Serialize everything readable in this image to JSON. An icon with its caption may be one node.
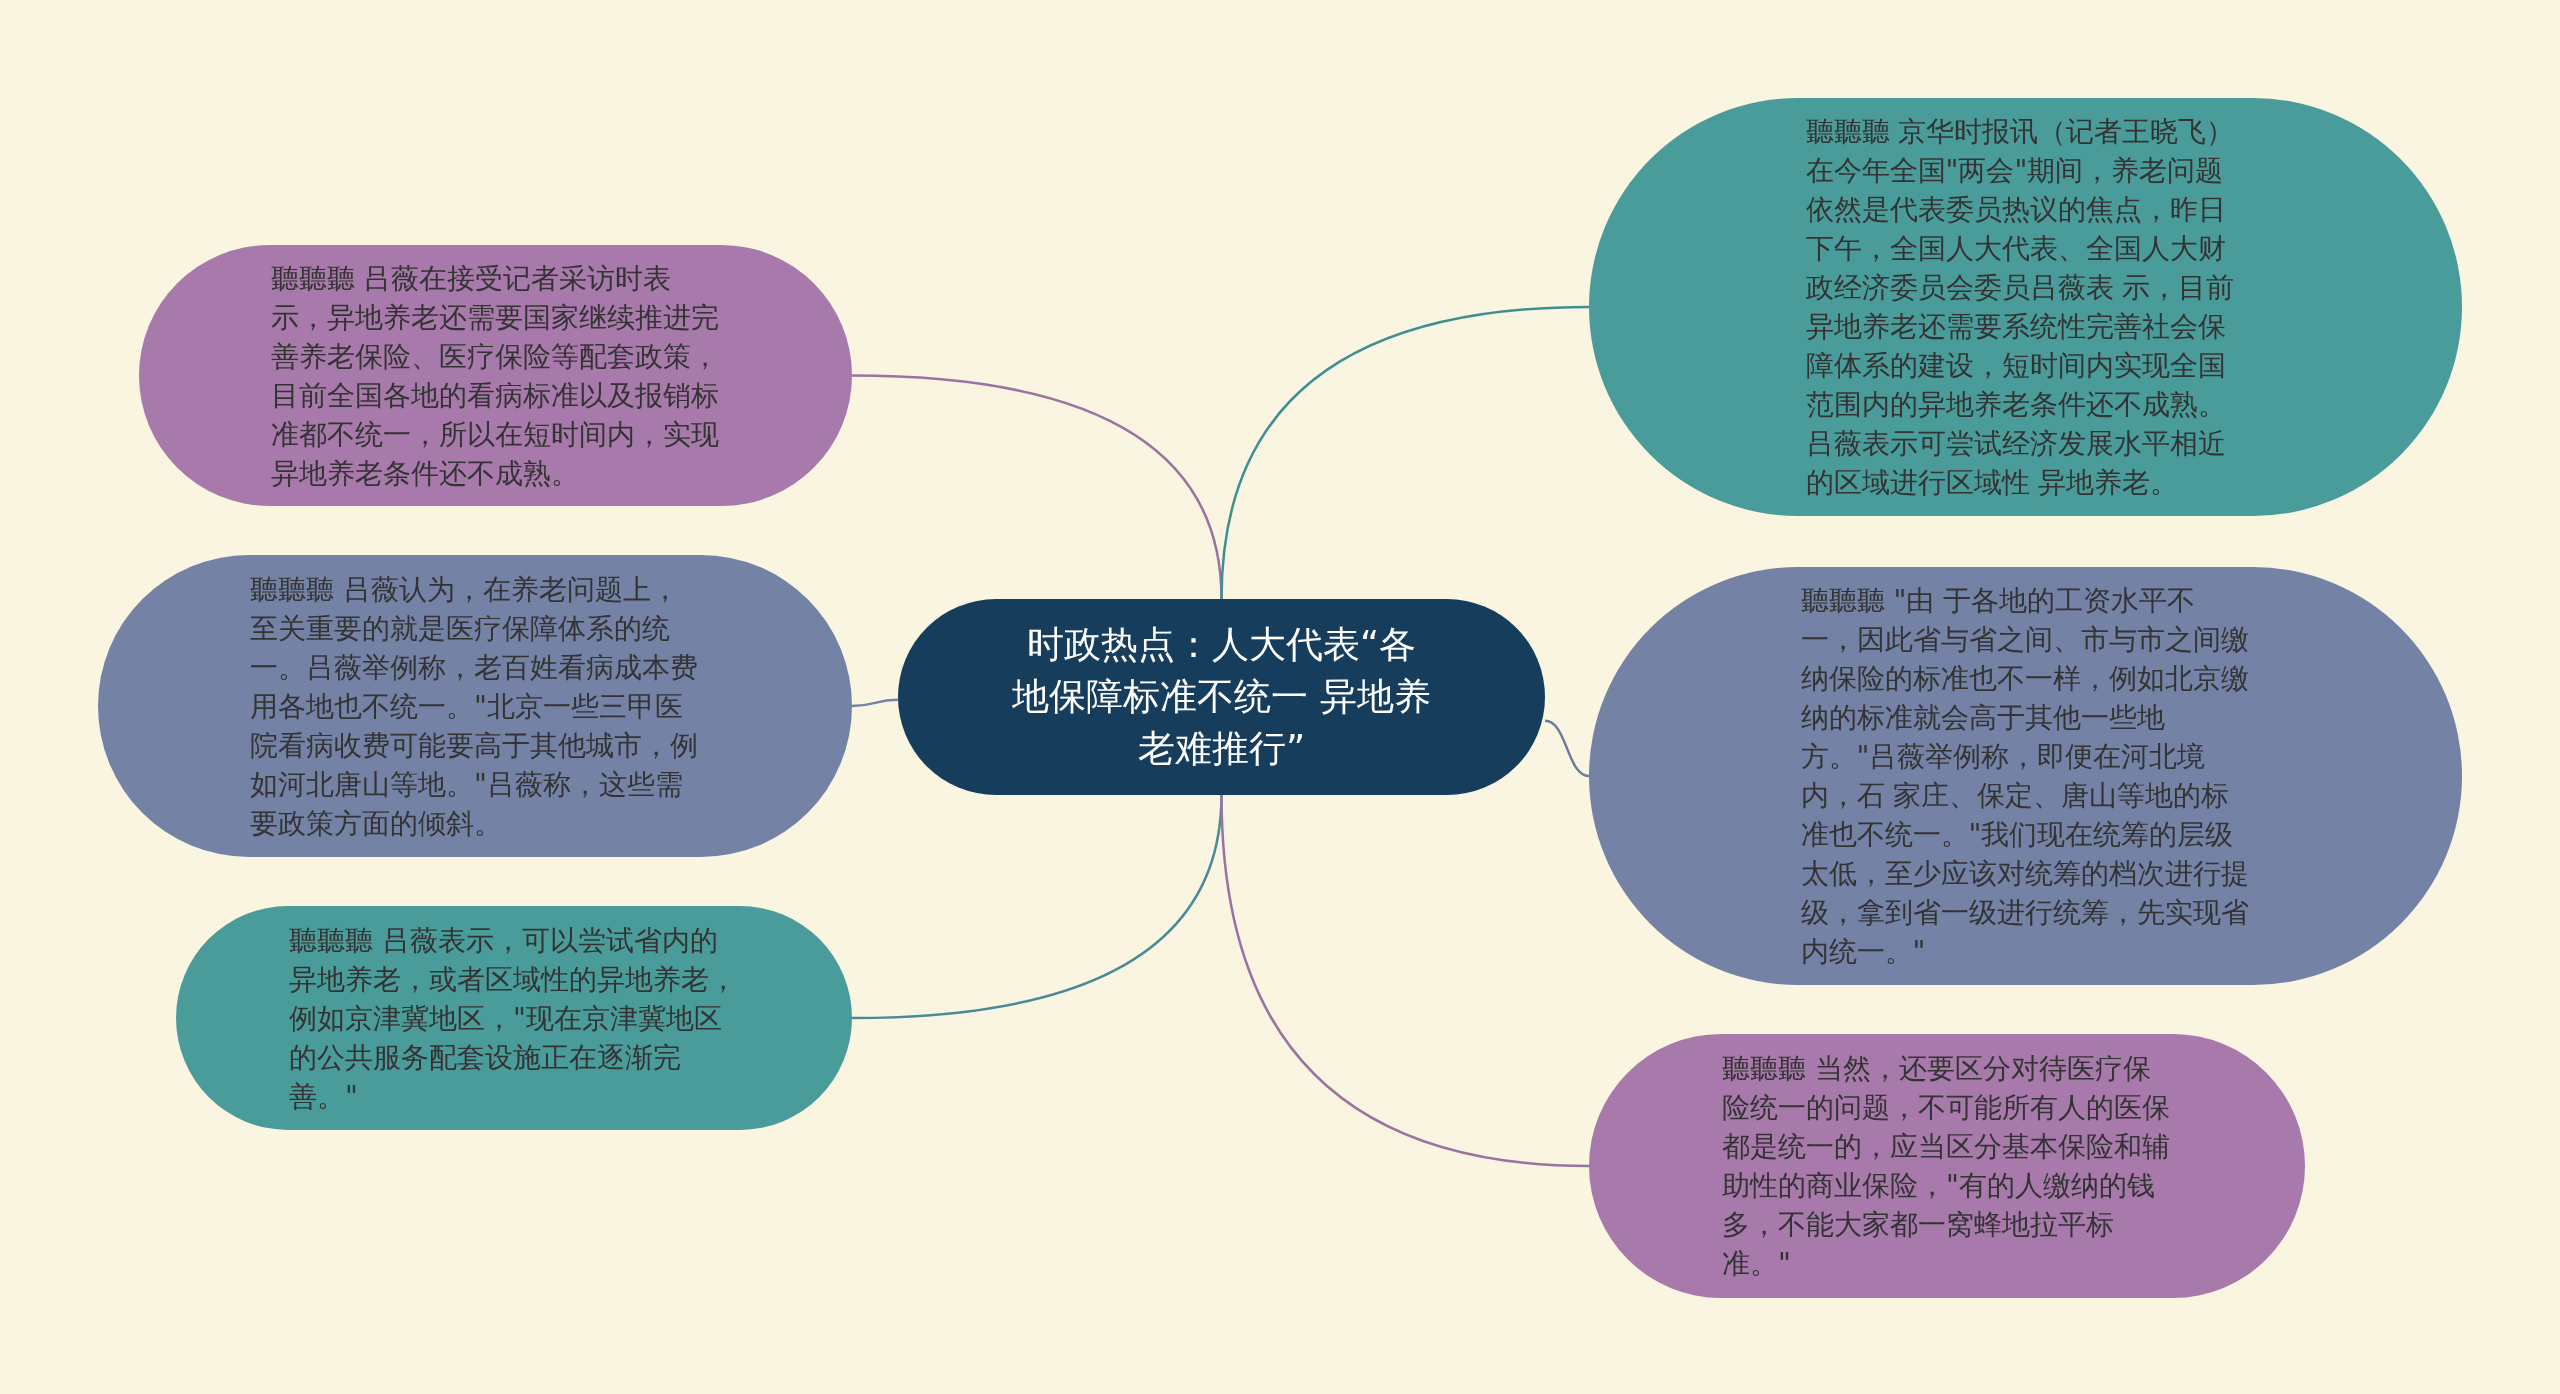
{
  "diagram": {
    "nodes": [
      {
        "text": [
          "时政热点：人大代表“各地保障标准不统一 异地养老难推行”"
        ]
      },
      {
        "text": [
          "聽聽聽 吕薇在接受记者采访时表示，异地养老还需要国家继续推进完善养老保险、医疗保险等配套政策，目前全国各地的看病标准以及报销标准都不统一，所以在短时间内，实现异地养老条件还不成熟。"
        ]
      },
      {
        "text": [
          "聽聽聽 吕薇认为，在养老问题上，至关重要的就是医疗保障体系的统一。吕薇举例称，老百姓看病成本费用各地也不统一。\"北京一些三甲医院看病收费可能要高于其他城市，例如河北唐山等地。\"吕薇称，这些需要政策方面的倾斜。"
        ]
      },
      {
        "text": [
          "聽聽聽 吕薇表示，可以尝试省内的异地养老，或者区域性的异地养老，例如京津冀地区，\"现在京津冀地区的公共服务配套设施正在逐渐完善。\""
        ]
      },
      {
        "text": [
          "聽聽聽 京华时报讯（记者王晓飞）在今年全国\"两会\"期间，养老问题依然是代表委员热议的焦点，昨日下午，全国人大代表、全国人大财政经济委员会委员吕薇表 示，目前异地养老还需要系统性完善社会保障体系的建设，短时间内实现全国范围内的异地养老条件还不成熟。吕薇表示可尝试经济发展水平相近的区域进行区域性 异地养老。"
        ]
      },
      {
        "text": [
          "聽聽聽 \"由 于各地的工资水平不一，因此省与省之间、市与市之间缴纳保险的标准也不一样，例如北京缴纳的标准就会高于其他一些地方。\"吕薇举例称，即便在河北境内，石 家庄、保定、唐山等地的标准也不统一。\"我们现在统筹的层级太低，至少应该对统筹的档次进行提级，拿到省一级进行统筹，先实现省内统一。\""
        ]
      },
      {
        "text": [
          "聽聽聽 当然，还要区分对待医疗保险统一的问题，不可能所有人的医保都是统一的，应当区分基本保险和辅助性的商业保险，\"有的人缴纳的钱多，不能大家都一窝蜂地拉平标准。\""
        ]
      }
    ],
    "edges": [
      {
        "from": 0,
        "to": 1,
        "arrow": "none",
        "color": "#9a73a0"
      },
      {
        "from": 0,
        "to": 2,
        "arrow": "none",
        "color": "#7482a6"
      },
      {
        "from": 0,
        "to": 3,
        "arrow": "none",
        "color": "#4a8a96"
      },
      {
        "from": 0,
        "to": 4,
        "arrow": "none",
        "color": "#3f8f92"
      },
      {
        "from": 0,
        "to": 5,
        "arrow": "none",
        "color": "#6c7ba0"
      },
      {
        "from": 0,
        "to": 6,
        "arrow": "none",
        "color": "#9a73a0"
      }
    ]
  }
}
